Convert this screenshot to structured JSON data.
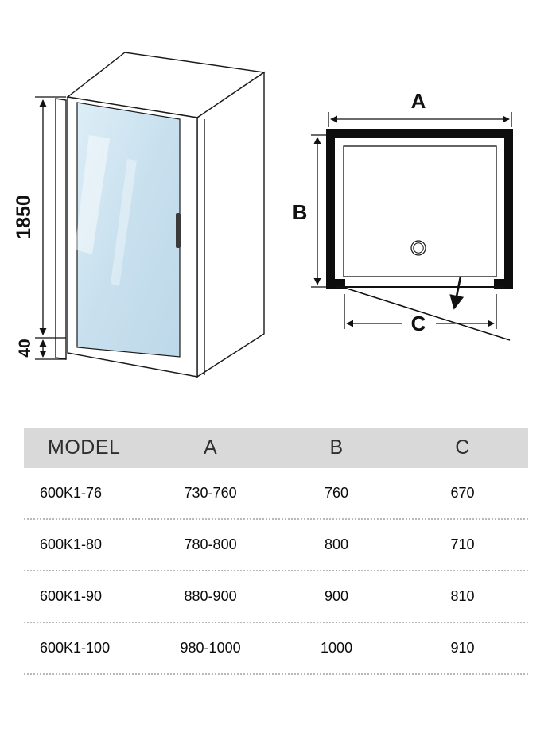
{
  "diagram_left": {
    "height_label": "1850",
    "bottom_label": "40"
  },
  "diagram_right": {
    "width_label": "A",
    "depth_label": "B",
    "door_label": "C"
  },
  "table": {
    "headers": [
      "MODEL",
      "A",
      "B",
      "C"
    ],
    "rows": [
      {
        "model": "600K1-76",
        "a": "730-760",
        "b": "760",
        "c": "670"
      },
      {
        "model": "600K1-80",
        "a": "780-800",
        "b": "800",
        "c": "710"
      },
      {
        "model": "600K1-90",
        "a": "880-900",
        "b": "900",
        "c": "810"
      },
      {
        "model": "600K1-100",
        "a": "980-1000",
        "b": "1000",
        "c": "910"
      }
    ]
  },
  "colors": {
    "glass": "#cfe4f0",
    "frame": "#101010",
    "table_header_bg": "#d9d9d9"
  }
}
